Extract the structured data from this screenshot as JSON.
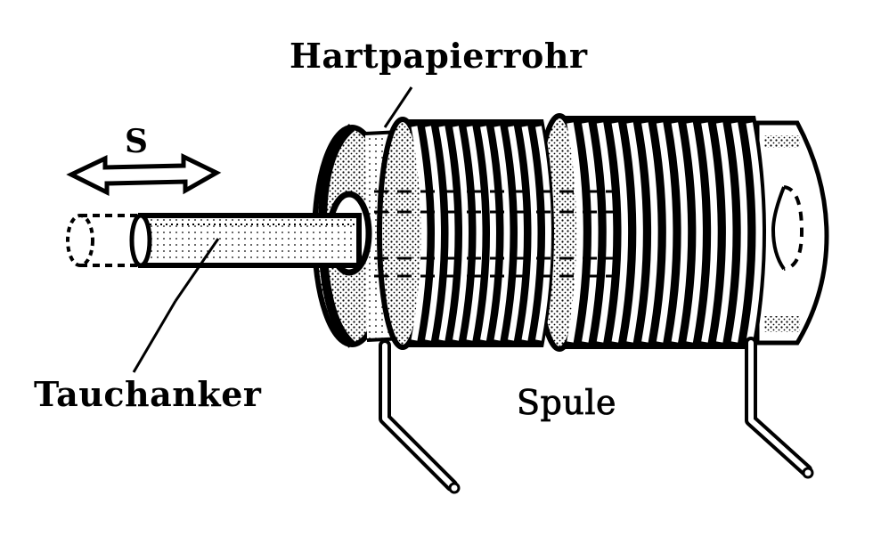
{
  "diagram": {
    "subject": "plunger-core solenoid (Tauchankerspule)",
    "labels": {
      "tube": "Hartpapierrohr",
      "displacement": "S",
      "plunger": "Tauchanker",
      "coil": "Spule"
    },
    "colors": {
      "ink": "#000000",
      "paper": "#ffffff"
    },
    "parts": [
      {
        "id": "plunger",
        "label_ref": "plunger",
        "description": "movable iron core rod, shown with dashed extended position"
      },
      {
        "id": "tube",
        "label_ref": "tube",
        "description": "hard-paper tube carrying the windings"
      },
      {
        "id": "coil-section-left",
        "description": "first winding section on the tube"
      },
      {
        "id": "coil-section-right",
        "description": "second winding section on the tube"
      },
      {
        "id": "lead-left",
        "description": "left connection wire"
      },
      {
        "id": "lead-right",
        "description": "right connection wire"
      },
      {
        "id": "displacement-arrow",
        "label_ref": "displacement",
        "description": "double-headed arrow showing plunger travel"
      }
    ]
  }
}
